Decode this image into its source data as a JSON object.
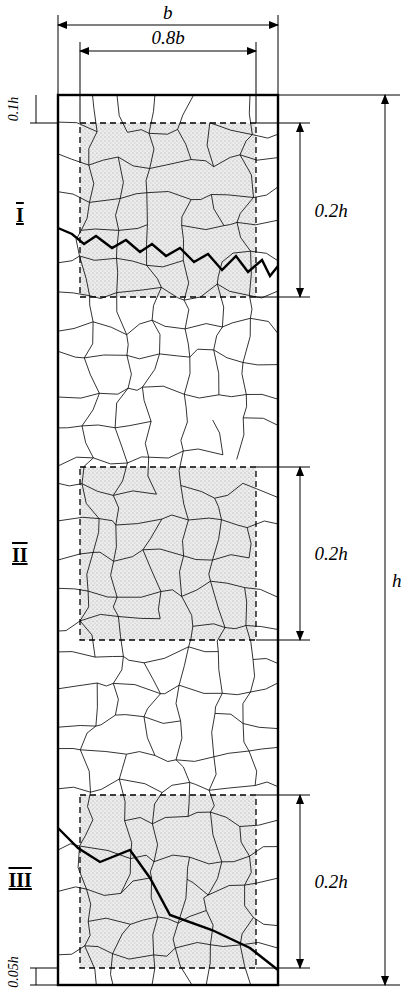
{
  "diagram": {
    "labels": [
      "b",
      "0.8b",
      "0.1h",
      "I",
      "0.2h",
      "II",
      "0.2h",
      "h",
      "III",
      "0.2h",
      "0.05h"
    ]
  }
}
